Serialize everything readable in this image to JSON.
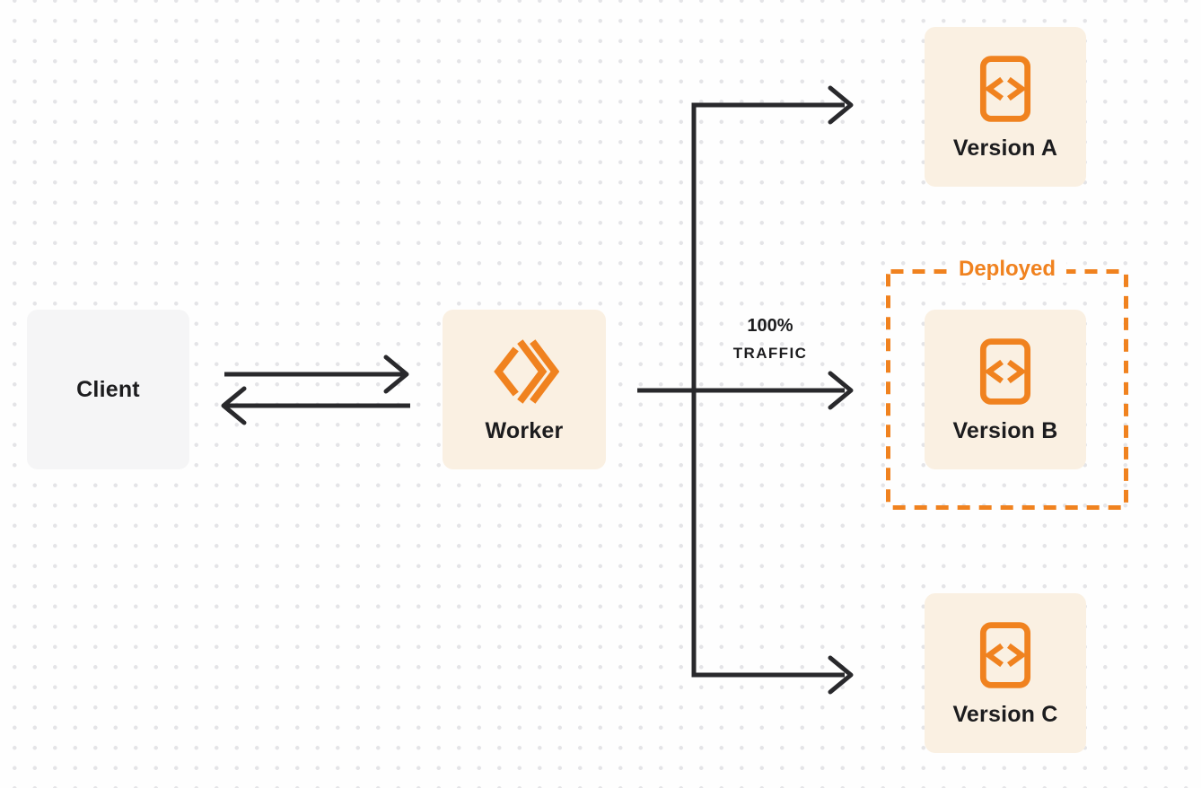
{
  "diagram": {
    "type": "architecture-flow",
    "nodes": {
      "client": {
        "label": "Client"
      },
      "worker": {
        "label": "Worker",
        "icon": "cloudflare-workers-logo"
      },
      "version_a": {
        "label": "Version A",
        "icon": "code-file-icon"
      },
      "version_b": {
        "label": "Version B",
        "icon": "code-file-icon"
      },
      "version_c": {
        "label": "Version C",
        "icon": "code-file-icon"
      }
    },
    "group": {
      "label": "Deployed",
      "contains": "version_b"
    },
    "edge_label": {
      "line1": "100%",
      "line2": "TRAFFIC"
    },
    "edges": [
      {
        "from": "client",
        "to": "worker",
        "style": "arrow-right"
      },
      {
        "from": "worker",
        "to": "client",
        "style": "arrow-left"
      },
      {
        "from": "worker",
        "to": "version_a",
        "style": "arrow"
      },
      {
        "from": "worker",
        "to": "version_b",
        "style": "arrow",
        "label": "100% TRAFFIC"
      },
      {
        "from": "worker",
        "to": "version_c",
        "style": "arrow"
      }
    ],
    "colors": {
      "accent_orange": "#f0821f",
      "node_cream": "#faf0e2",
      "client_gray": "#f5f5f6",
      "arrow_dark": "#29292c",
      "text_dark": "#1c1c1e",
      "dot_grid": "#e4e4e7",
      "background": "#fefefe"
    }
  }
}
